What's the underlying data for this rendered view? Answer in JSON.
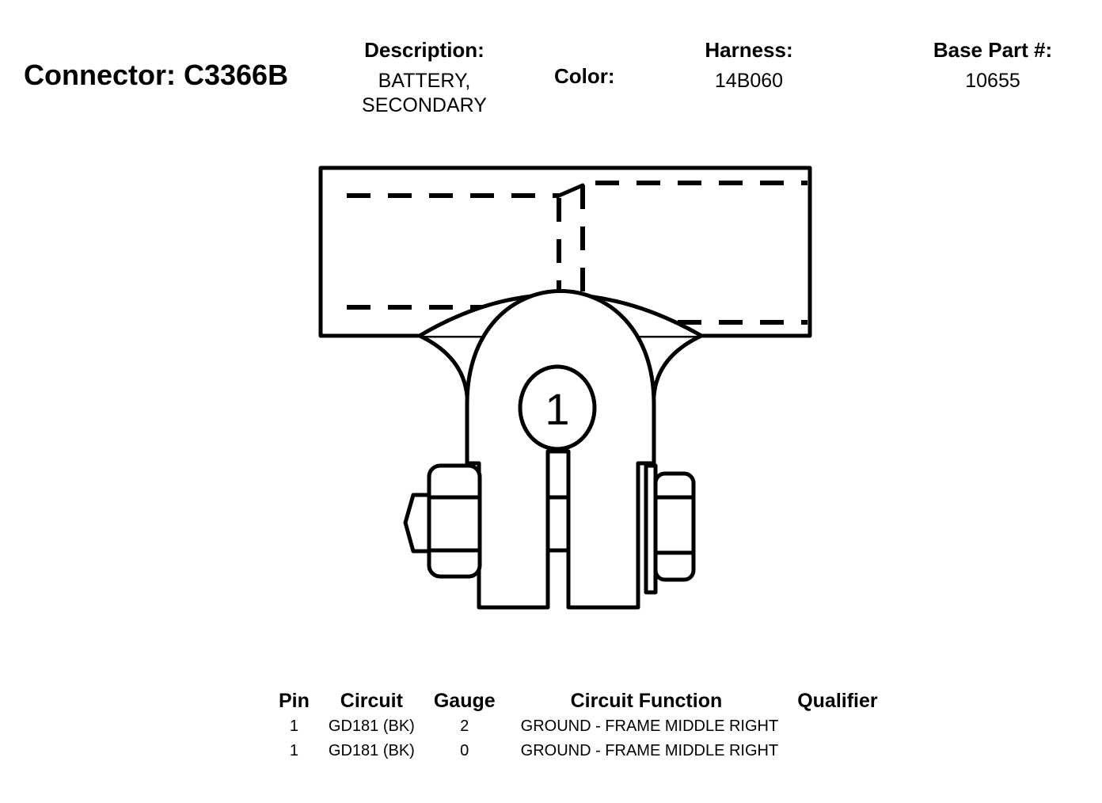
{
  "header": {
    "connector": "Connector: C3366B",
    "description_label": "Description:",
    "description_value": "BATTERY,\nSECONDARY",
    "color_label": "Color:",
    "color_value": "",
    "harness_label": "Harness:",
    "harness_value": "14B060",
    "base_part_label": "Base Part #:",
    "base_part_value": "10655"
  },
  "diagram": {
    "pin_label": "1"
  },
  "pin_table": {
    "columns": [
      "Pin",
      "Circuit",
      "Gauge",
      "Circuit Function",
      "Qualifier"
    ],
    "rows": [
      {
        "pin": "1",
        "circuit": "GD181 (BK)",
        "gauge": "2",
        "function": "GROUND - FRAME MIDDLE RIGHT",
        "qualifier": ""
      },
      {
        "pin": "1",
        "circuit": "GD181 (BK)",
        "gauge": "0",
        "function": "GROUND - FRAME MIDDLE RIGHT",
        "qualifier": ""
      }
    ]
  }
}
